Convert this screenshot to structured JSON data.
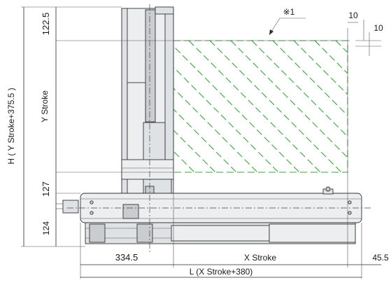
{
  "dimensions": {
    "top_height": "122.5",
    "y_stroke": "Y Stroke",
    "bottom_127": "127",
    "base_124": "124",
    "total_height": "H ( Y Stroke+375.5 )",
    "left_offset": "334.5",
    "x_stroke": "X Stroke",
    "right_offset": "45.5",
    "total_length": "L (X Stroke+380)",
    "gap_a": "10",
    "gap_b": "10"
  },
  "note_marker": "※1",
  "colors": {
    "hatch": "#3aa63a",
    "line": "#2a2a2a",
    "part_fill": "#eceeef"
  }
}
